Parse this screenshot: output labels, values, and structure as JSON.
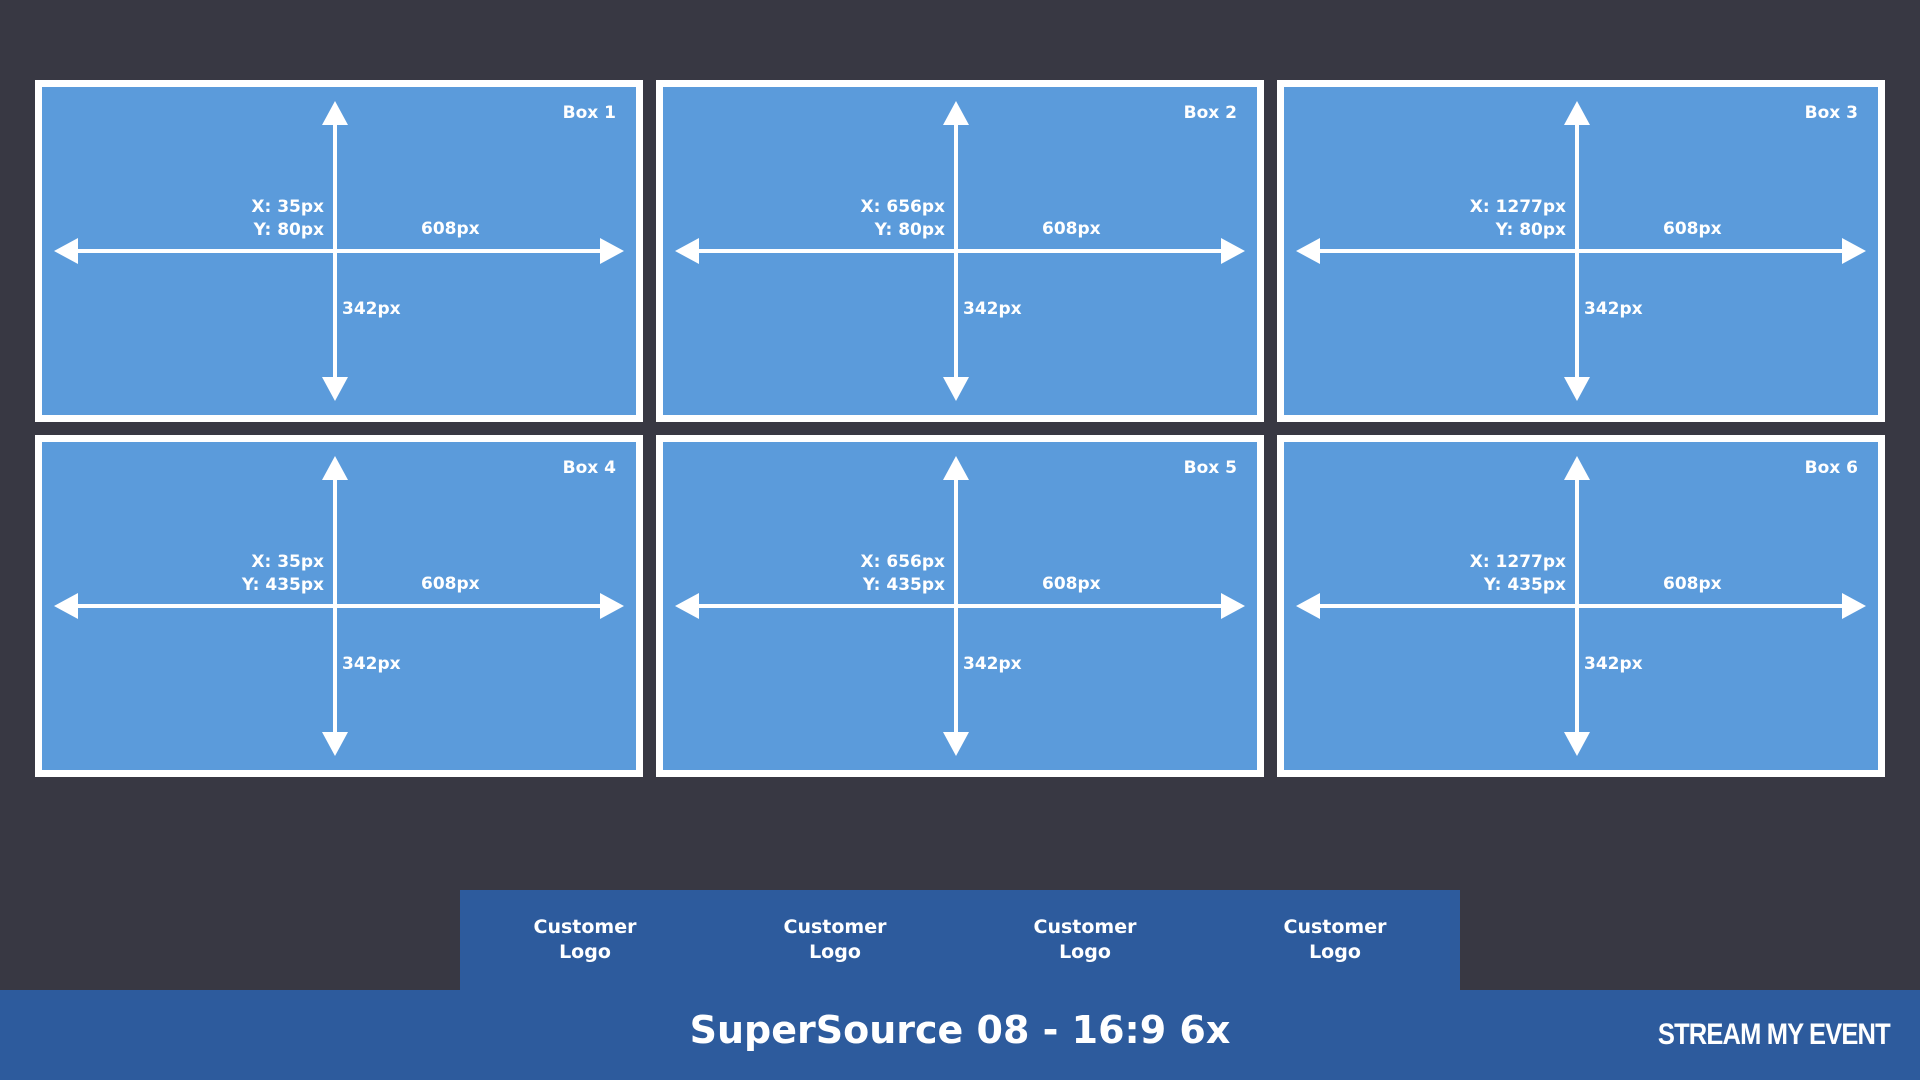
{
  "boxes": [
    {
      "title": "Box 1",
      "x_label": "X: 35px",
      "y_label": "Y: 80px",
      "width_label": "608px",
      "height_label": "342px"
    },
    {
      "title": "Box 2",
      "x_label": "X: 656px",
      "y_label": "Y: 80px",
      "width_label": "608px",
      "height_label": "342px"
    },
    {
      "title": "Box 3",
      "x_label": "X: 1277px",
      "y_label": "Y: 80px",
      "width_label": "608px",
      "height_label": "342px"
    },
    {
      "title": "Box 4",
      "x_label": "X: 35px",
      "y_label": "Y: 435px",
      "width_label": "608px",
      "height_label": "342px"
    },
    {
      "title": "Box 5",
      "x_label": "X: 656px",
      "y_label": "Y: 435px",
      "width_label": "608px",
      "height_label": "342px"
    },
    {
      "title": "Box 6",
      "x_label": "X: 1277px",
      "y_label": "Y: 435px",
      "width_label": "608px",
      "height_label": "342px"
    }
  ],
  "logos": [
    "Customer\nLogo",
    "Customer\nLogo",
    "Customer\nLogo",
    "Customer\nLogo"
  ],
  "footer": {
    "title": "SuperSource 08 - 16:9 6x",
    "brand": "STREAM MY EVENT"
  },
  "colors": {
    "background": "#383843",
    "box_fill": "#5b9bdb",
    "box_border": "#ffffff",
    "bar": "#2d5b9d"
  },
  "icons": {
    "width_arrow": "double-arrow-horizontal-icon",
    "height_arrow": "double-arrow-vertical-icon"
  }
}
